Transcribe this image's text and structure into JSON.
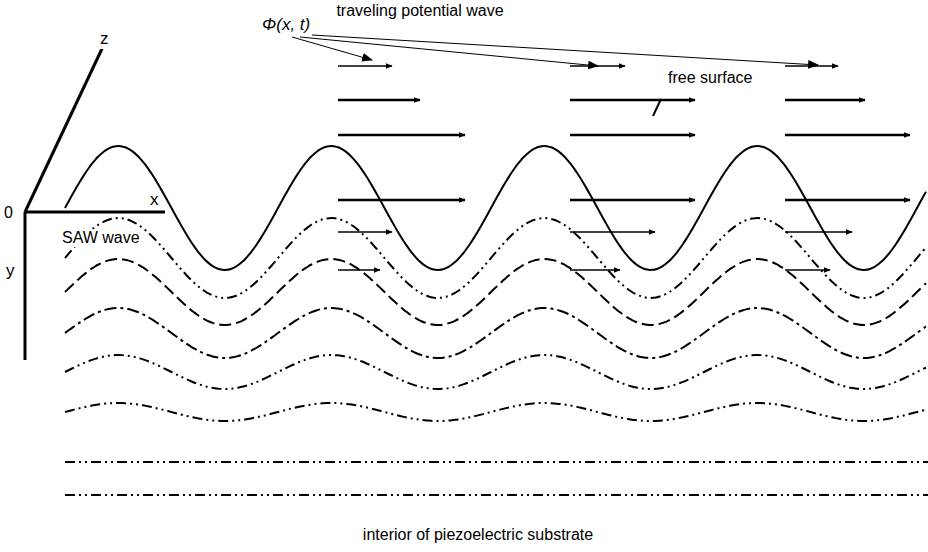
{
  "diagram": {
    "labels": [
      "traveling potential wave",
      "Φ(x, t)",
      "free surface",
      "z",
      "0",
      "x",
      "SAW wave",
      "y",
      "interior of piezoelectric substrate"
    ]
  }
}
